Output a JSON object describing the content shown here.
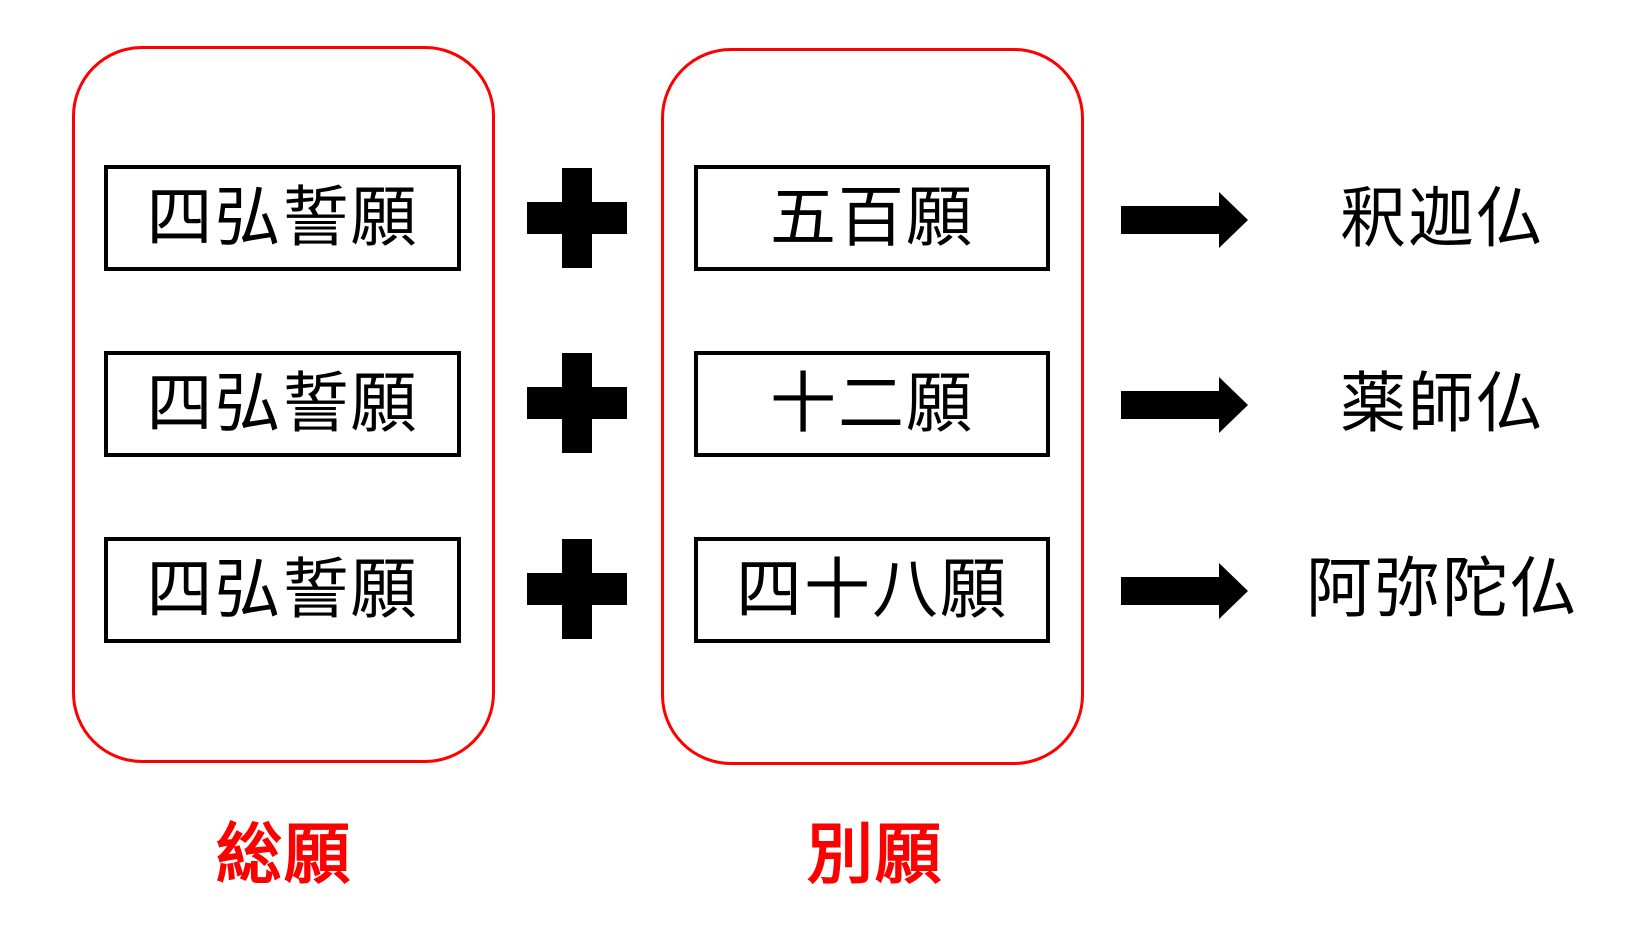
{
  "colors": {
    "group_border": "#ff0000",
    "group_label": "#ff0000",
    "box_border": "#000000",
    "text": "#000000"
  },
  "rows": [
    {
      "general_vow": "四弘誓願",
      "specific_vow": "五百願",
      "buddha": "釈迦仏"
    },
    {
      "general_vow": "四弘誓願",
      "specific_vow": "十二願",
      "buddha": "薬師仏"
    },
    {
      "general_vow": "四弘誓願",
      "specific_vow": "四十八願",
      "buddha": "阿弥陀仏"
    }
  ],
  "groups": {
    "general_label": "総願",
    "specific_label": "別願"
  },
  "icons": {
    "plus": "plus-icon",
    "arrow": "arrow-right-icon"
  }
}
